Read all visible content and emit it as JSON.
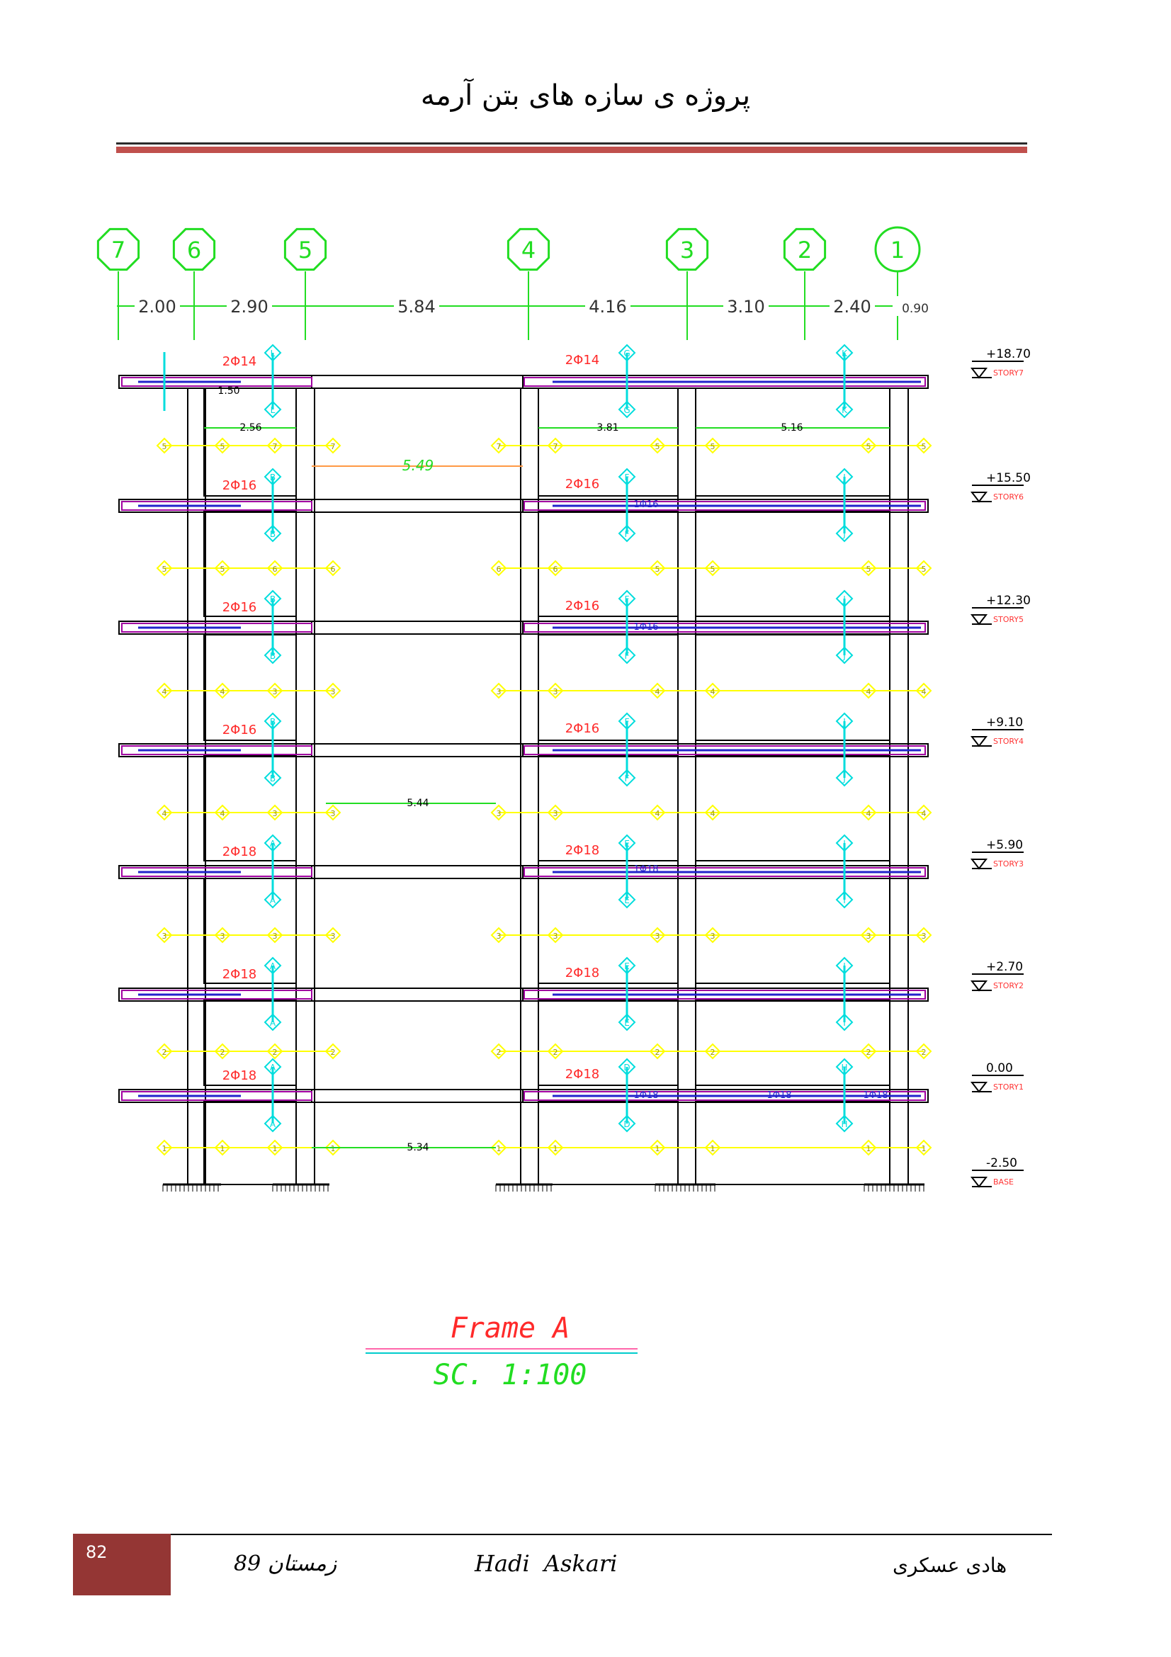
{
  "header": {
    "title": "پروژه ی سازه های بتن آرمه"
  },
  "grid_axes": [
    "7",
    "6",
    "5",
    "4",
    "3",
    "2",
    "1"
  ],
  "span_dimensions": [
    "2.00",
    "2.90",
    "5.84",
    "4.16",
    "3.10",
    "2.40",
    "0.90"
  ],
  "levels": [
    {
      "elevation": "+18.70",
      "name": "STORY7"
    },
    {
      "elevation": "+15.50",
      "name": "STORY6"
    },
    {
      "elevation": "+12.30",
      "name": "STORY5"
    },
    {
      "elevation": "+9.10",
      "name": "STORY4"
    },
    {
      "elevation": "+5.90",
      "name": "STORY3"
    },
    {
      "elevation": "+2.70",
      "name": "STORY2"
    },
    {
      "elevation": "0.00",
      "name": "STORY1"
    },
    {
      "elevation": "-2.50",
      "name": "BASE"
    }
  ],
  "beam_rebar_labels": [
    "2Φ14",
    "2Φ16",
    "2Φ16",
    "2Φ16",
    "2Φ18",
    "2Φ18",
    "2Φ18"
  ],
  "beam_rebar_labels_right": [
    "2Φ14",
    "2Φ16",
    "2Φ16",
    "2Φ16",
    "2Φ18",
    "2Φ18",
    "2Φ18"
  ],
  "column_marks_left": [
    "L",
    "B",
    "B",
    "B",
    "A",
    "A",
    "A"
  ],
  "column_marks_mid": [
    "G",
    "F",
    "F",
    "F",
    "E",
    "E",
    "D"
  ],
  "column_marks_right": [
    "K",
    "J",
    "J",
    "J",
    "I",
    "I",
    "H"
  ],
  "column_section_rows": [
    [
      "5",
      "5",
      "7",
      "7",
      "7",
      "7",
      "5",
      "5",
      "5",
      "5"
    ],
    [
      "5",
      "5",
      "6",
      "6",
      "6",
      "6",
      "5",
      "5",
      "5",
      "5"
    ],
    [
      "4",
      "4",
      "3",
      "3",
      "3",
      "3",
      "4",
      "4",
      "4",
      "4"
    ],
    [
      "4",
      "4",
      "3",
      "3",
      "3",
      "3",
      "4",
      "4",
      "4",
      "4"
    ],
    [
      "3",
      "3",
      "3",
      "3",
      "3",
      "3",
      "3",
      "3",
      "3",
      "3"
    ],
    [
      "2",
      "2",
      "2",
      "2",
      "2",
      "2",
      "2",
      "2",
      "2",
      "2"
    ],
    [
      "1",
      "1",
      "1",
      "1",
      "1",
      "1",
      "1",
      "1",
      "1",
      "1"
    ]
  ],
  "annotations": {
    "dim_1_50": "1.50",
    "dim_2_56": "2.56",
    "dim_3_81": "3.81",
    "dim_5_16": "5.16",
    "dim_5_49": "5.49",
    "dim_5_44": "5.44",
    "dim_5_34": "5.34"
  },
  "bottom_bar_labels": [
    "1Φ16",
    "1Φ16",
    "1Φ18",
    "1Φ18",
    "1Φ18",
    "1Φ18"
  ],
  "title_block": {
    "frame": "Frame A",
    "scale": "SC. 1:100"
  },
  "footer": {
    "page_number": "82",
    "season": "زمستان 89",
    "author_en": "Hadi Askari",
    "author_fa": "هادی عسکری"
  },
  "colors": {
    "grid_bubble": "#22dd22",
    "column_mark": "#00dddd",
    "section_mark": "#ffff00",
    "rebar_text": "#ff2a2a",
    "beam_outline": "#a000a0",
    "structure": "#000000",
    "footer_box": "#943634",
    "header_rule": "#c0504d"
  }
}
